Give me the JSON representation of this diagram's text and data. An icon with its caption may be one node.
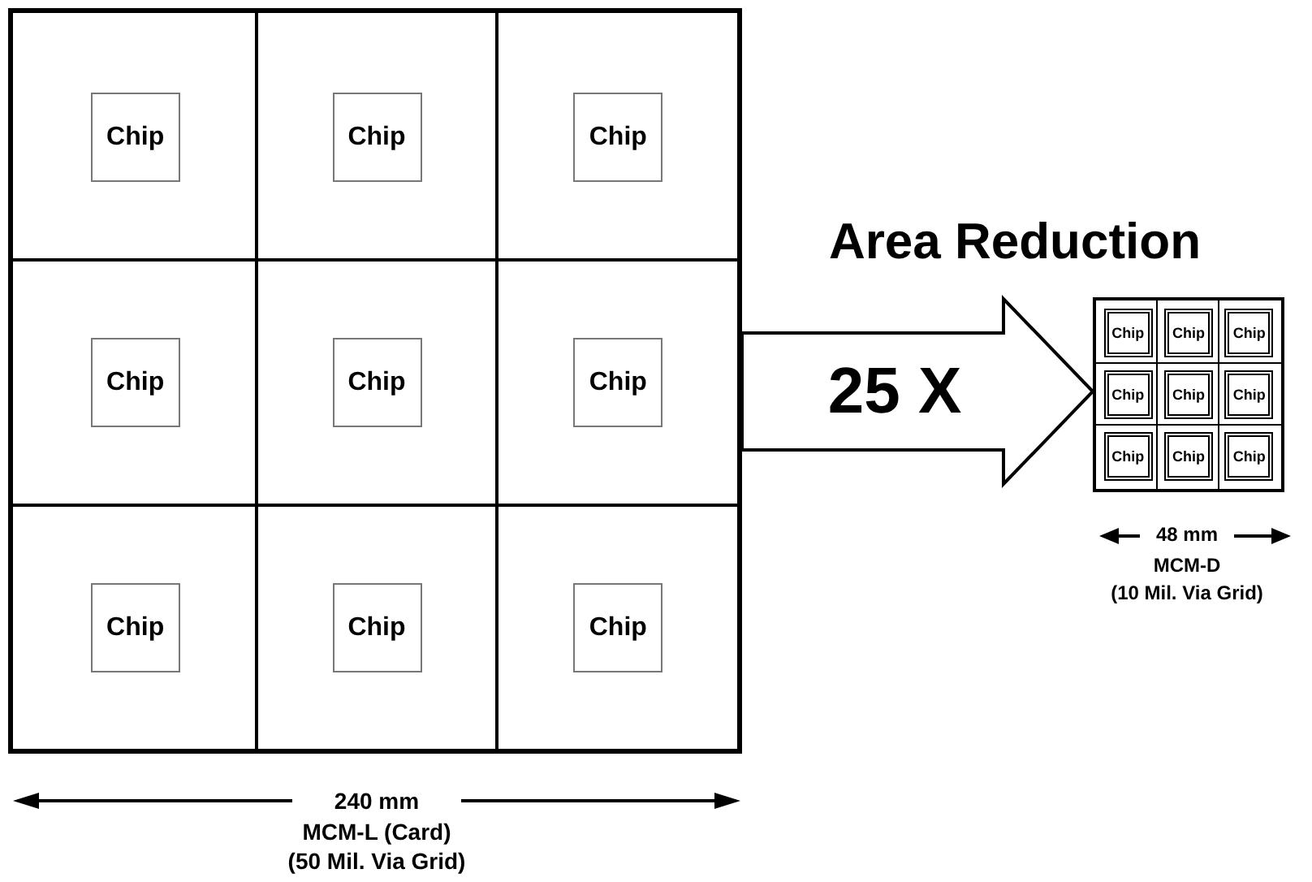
{
  "diagram": {
    "nodes": [
      {
        "text": [],
        "shape": "box"
      },
      {
        "text": [
          "Chip"
        ],
        "in": 0
      },
      {
        "text": [
          "Chip"
        ],
        "in": 0
      },
      {
        "text": [
          "Chip"
        ],
        "in": 0
      },
      {
        "text": [
          "Chip"
        ],
        "in": 0
      },
      {
        "text": [
          "Chip"
        ],
        "in": 0
      },
      {
        "text": [
          "Chip"
        ],
        "in": 0
      },
      {
        "text": [
          "Chip"
        ],
        "in": 0
      },
      {
        "text": [
          "Chip"
        ],
        "in": 0
      },
      {
        "text": [
          "Chip"
        ],
        "in": 0
      },
      {
        "text": [],
        "shape": "box"
      },
      {
        "text": [
          "Chip"
        ],
        "in": 10
      },
      {
        "text": [
          "Chip"
        ],
        "in": 10
      },
      {
        "text": [
          "Chip"
        ],
        "in": 10
      },
      {
        "text": [
          "Chip"
        ],
        "in": 10
      },
      {
        "text": [
          "Chip"
        ],
        "in": 10
      },
      {
        "text": [
          "Chip"
        ],
        "in": 10
      },
      {
        "text": [
          "Chip"
        ],
        "in": 10
      },
      {
        "text": [
          "Chip"
        ],
        "in": 10
      },
      {
        "text": [
          "Chip"
        ],
        "in": 10
      }
    ],
    "edges": [
      {
        "from": 0,
        "to": 10,
        "arrow": "to",
        "label": "25 X",
        "style": "thick"
      }
    ],
    "labels": [
      "Area Reduction",
      "240 mm",
      "MCM-L (Card)",
      "(50 Mil. Via Grid)",
      "48 mm",
      "MCM-D",
      "(10 Mil. Via Grid)"
    ]
  }
}
